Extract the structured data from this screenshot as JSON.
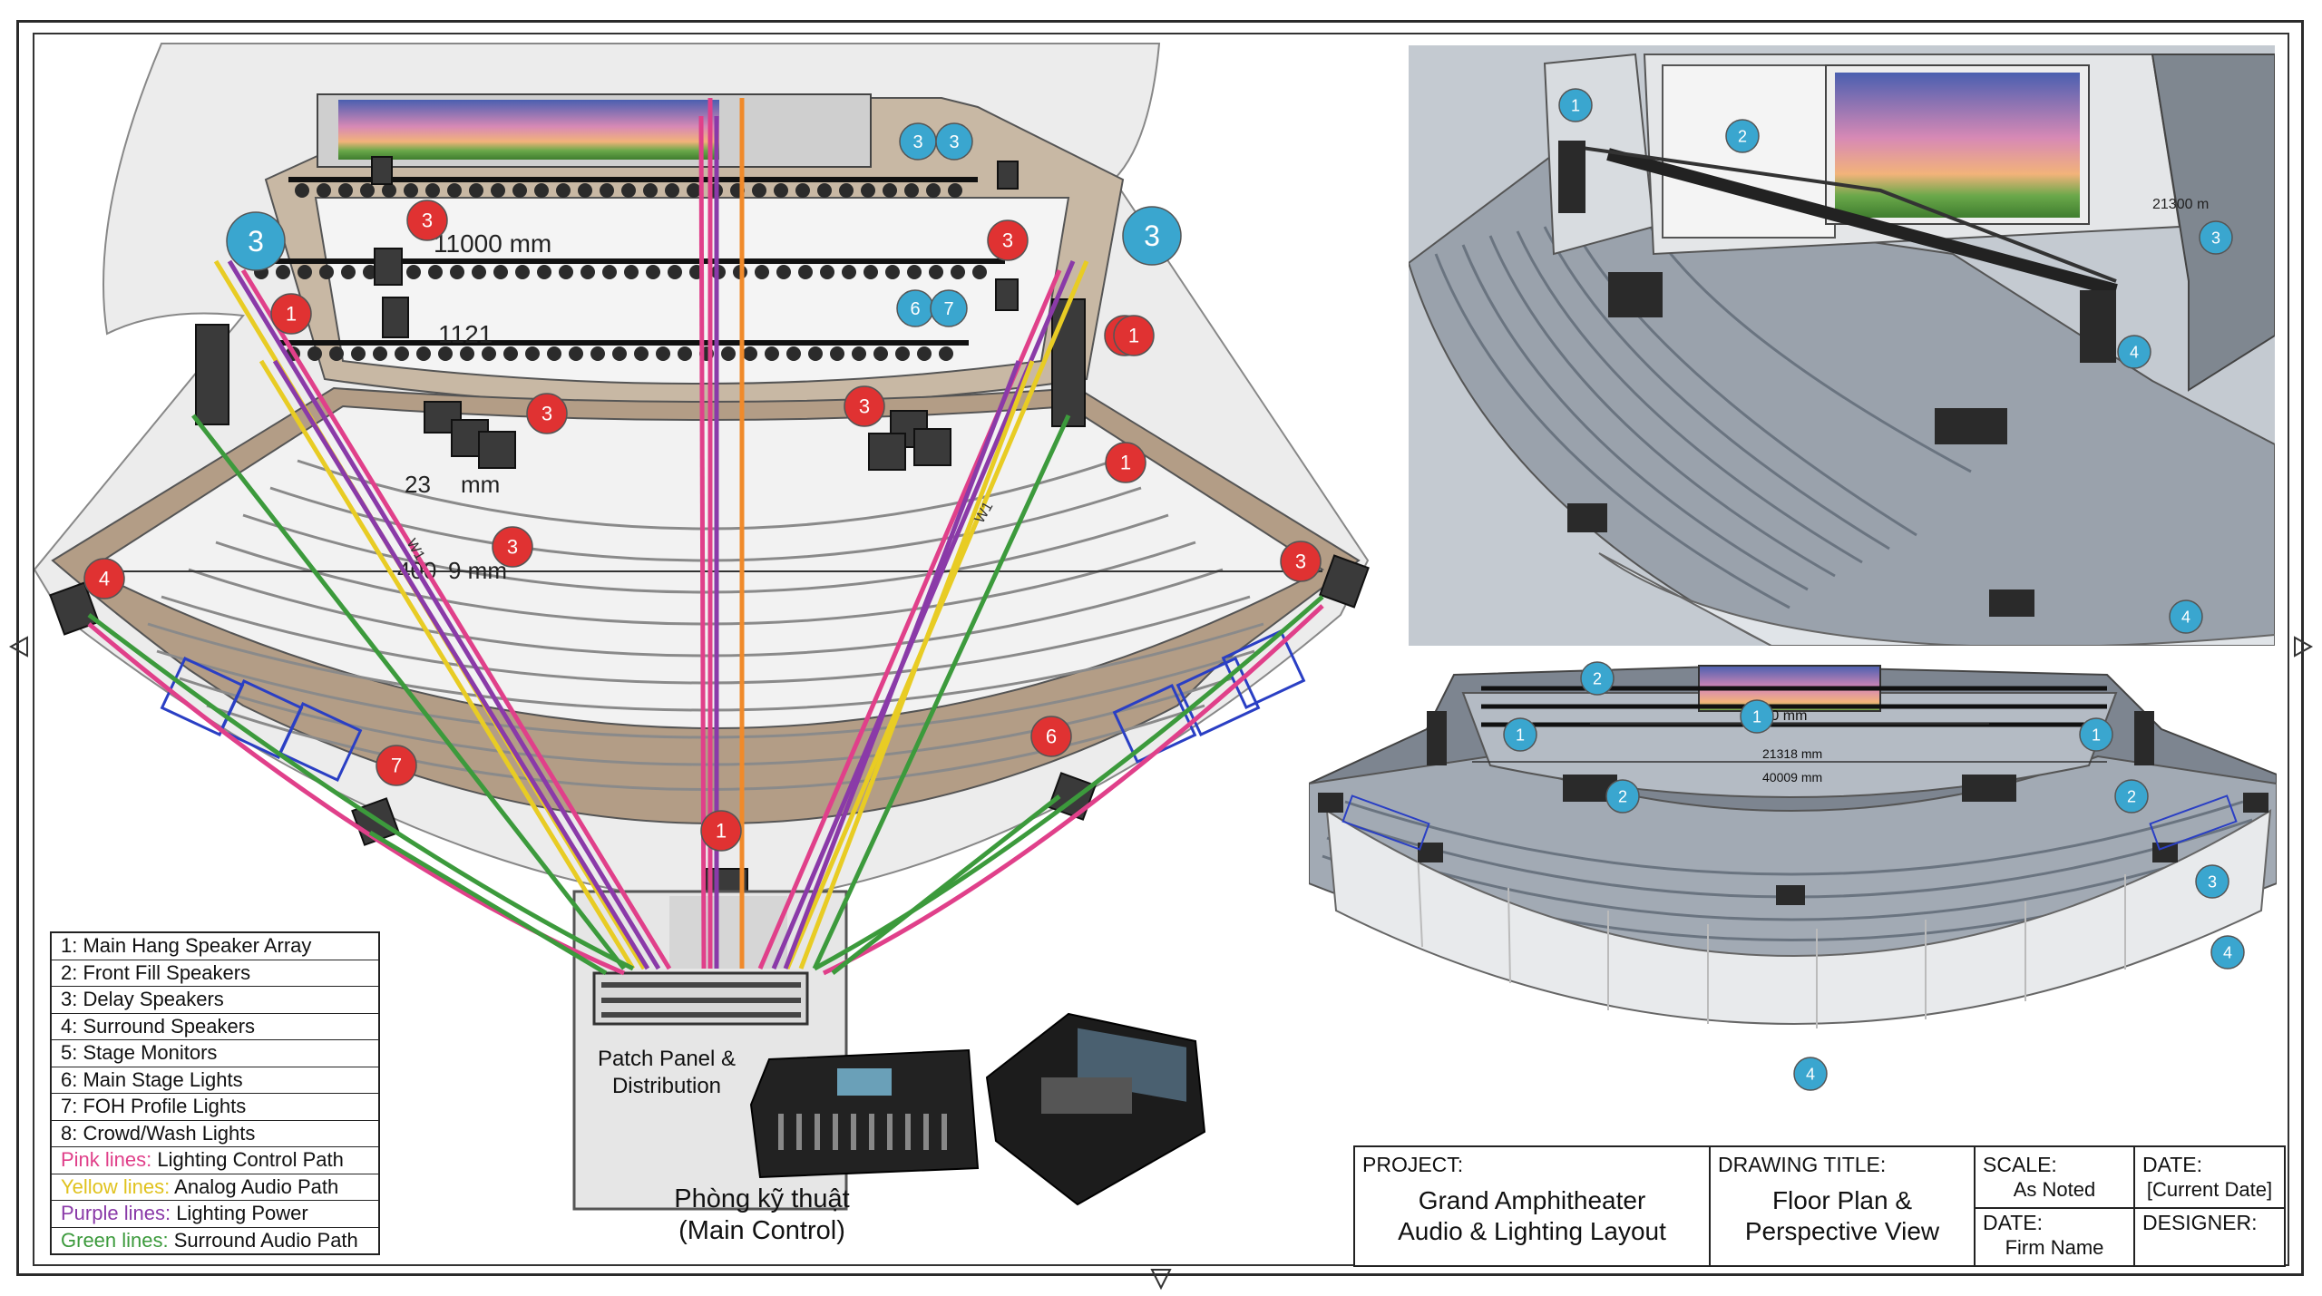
{
  "plan": {
    "dim_stage_width": "11000 mm",
    "dim_mid": "1121",
    "dim_inner_arc": "23",
    "dim_inner_arc_tail": "mm",
    "dim_outer_arc": "400",
    "dim_outer_arc_tail": "9 mm",
    "cable_tag_left": "W1",
    "cable_tag_right": "W1",
    "patch_label": "Patch Panel &\nDistribution",
    "control_room_line1": "Phòng kỹ thuật",
    "control_room_line2": "(Main Control)",
    "markers_red": [
      "3",
      "3",
      "1",
      "3",
      "3",
      "1",
      "1",
      "3",
      "4",
      "3",
      "7",
      "6",
      "1",
      "1"
    ],
    "markers_blue": [
      "3",
      "3",
      "3",
      "3",
      "6",
      "7"
    ]
  },
  "legend": [
    {
      "key": "1:",
      "text": " Main Hang Speaker Array"
    },
    {
      "key": "2:",
      "text": " Front Fill Speakers"
    },
    {
      "key": "3:",
      "text": " Delay Speakers"
    },
    {
      "key": "4:",
      "text": " Surround Speakers"
    },
    {
      "key": "5:",
      "text": " Stage Monitors"
    },
    {
      "key": "6:",
      "text": " Main Stage Lights"
    },
    {
      "key": "7:",
      "text": " FOH Profile Lights"
    },
    {
      "key": "8:",
      "text": " Crowd/Wash Lights"
    },
    {
      "key": "Pink lines:",
      "text": " Lighting Control Path",
      "color": "#e0408a"
    },
    {
      "key": "Yellow lines:",
      "text": " Analog Audio Path",
      "color": "#e0c21e"
    },
    {
      "key": "Purple lines:",
      "text": " Lighting Power",
      "color": "#8a3aa8"
    },
    {
      "key": "Green lines:",
      "text": " Surround Audio Path",
      "color": "#3c9a3c"
    }
  ],
  "perspective_top": {
    "markers": [
      "1",
      "2",
      "3",
      "4",
      "4"
    ],
    "dim": "21300 m"
  },
  "perspective_bottom": {
    "markers": [
      "2",
      "1",
      "1",
      "1",
      "2",
      "2",
      "3",
      "4",
      "4"
    ],
    "dim_stage": "11000 mm",
    "dim_mid": "21318 mm",
    "dim_outer": "40009 mm"
  },
  "title_block": {
    "project_label": "PROJECT:",
    "project_value": "Grand Amphitheater\nAudio & Lighting Layout",
    "drawing_label": "DRAWING TITLE:",
    "drawing_value": "Floor Plan &\nPerspective View",
    "scale_label": "SCALE:",
    "scale_value": "As Noted",
    "date_label": "DATE:",
    "date_value": "Firm Name",
    "date2_label": "DATE:",
    "date2_value": "[Current Date]",
    "designer_label": "DESIGNER:"
  },
  "colors": {
    "pink": "#e0408a",
    "yellow": "#e8cc24",
    "purple": "#8a3aa8",
    "green": "#3c9a3c",
    "orange": "#f08a2a",
    "red_marker": "#e03232",
    "blue_marker": "#3aa6cf"
  }
}
